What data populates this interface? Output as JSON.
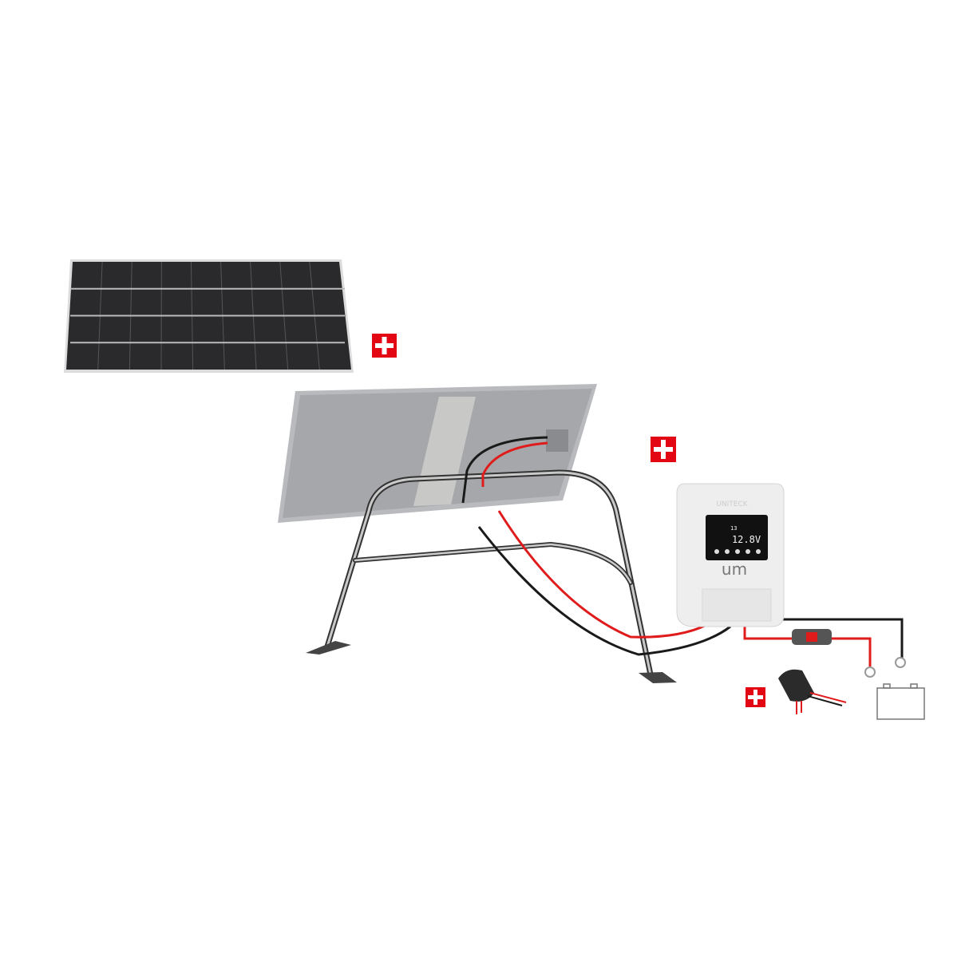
{
  "brand_logo": "UNITECK",
  "controller": {
    "model_mark": "um",
    "display_voltage": "12.8V",
    "display_small": "13",
    "body_color": "#eeeeee",
    "screen_color": "#111111"
  },
  "plus_icons": [
    "plus-icon",
    "plus-icon",
    "plus-icon"
  ],
  "colors": {
    "accent_red": "#e30613",
    "cable_red": "#e01b1b",
    "cable_black": "#1a1a1a",
    "panel_cells": "#2a2a2c",
    "panel_back": "#a6a7ab"
  }
}
